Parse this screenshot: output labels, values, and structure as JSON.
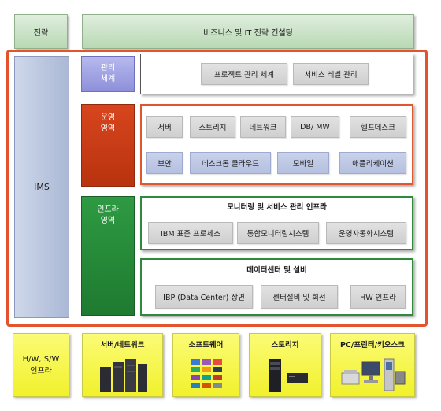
{
  "top": {
    "strategy_label": "전략",
    "consulting_label": "비즈니스 및 IT 전략 컨설팅"
  },
  "ims": {
    "label": "IMS"
  },
  "management": {
    "label_line1": "관리",
    "label_line2": "체계",
    "items": [
      "프로젝트 관리 체계",
      "서비스 레벨 관리"
    ]
  },
  "operations": {
    "label_line1": "운영",
    "label_line2": "영역",
    "row1": [
      "서버",
      "스토리지",
      "네트워크",
      "DB/ MW",
      "헬프데스크"
    ],
    "row2": [
      "보안",
      "데스크톱 클라우드",
      "모바일",
      "애플리케이션"
    ]
  },
  "infra": {
    "label_line1": "인프라",
    "label_line2": "영역",
    "monitoring": {
      "title": "모니터링 및 서비스 관리 인프라",
      "items": [
        "IBM 표준 프로세스",
        "통합모니터링시스템",
        "운영자동화시스템"
      ]
    },
    "datacenter": {
      "title": "데이터센터 및 설비",
      "items": [
        "IBP (Data Center) 상면",
        "센터설비 및 회선",
        "HW 인프라"
      ]
    }
  },
  "bottom": {
    "hw_sw_line1": "H/W, S/W",
    "hw_sw_line2": "인프라",
    "server_network": "서버/네트워크",
    "software": "소프트웨어",
    "storage": "스토리지",
    "pc_printer_kiosk": "PC/프린터/키오스크"
  },
  "colors": {
    "frame_red": "#e2532e",
    "ops_red": "#c63c15",
    "infra_green": "#268a39",
    "mgmt_purple": "#9c9fe2",
    "ims_blue": "#b9c5df",
    "bottom_yellow": "#f6f64a",
    "top_green": "#c8e2c4"
  }
}
